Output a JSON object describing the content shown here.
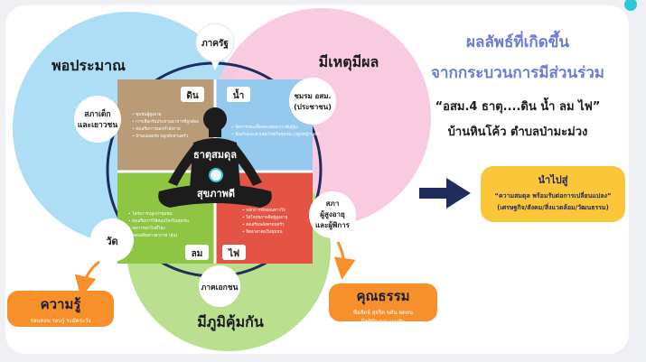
{
  "title": {
    "line1": "ผลลัพธ์ที่เกิดขึ้น",
    "line2": "จากกระบวนการมีส่วนร่วม",
    "line3": "“อสม.4 ธาตุ....ดิน น้ำ ลม ไฟ”",
    "line4": "บ้านหินโค้ว ตำบลป่ามะม่วง"
  },
  "circles": {
    "top_left": "พอประมาณ",
    "top_right": "มีเหตุมีผล",
    "bottom": "มีภูมิคุ้มกัน"
  },
  "bubbles": {
    "top": "ภาครัฐ",
    "left_line1": "สภาเด็ก",
    "left_line2": "และเยาวชน",
    "right_line1": "ชมรม อสม.",
    "right_line2": "(ประชาชน)",
    "bottom_left": "วัด",
    "bottom_right_line1": "สภา",
    "bottom_right_line2": "ผู้สูงอายุ",
    "bottom_right_line3": "และผู้พิการ",
    "bottom": "ภาคเอกชน"
  },
  "elements": {
    "earth": "ดิน",
    "water": "น้ำ",
    "wind": "ลม",
    "fire": "ไฟ"
  },
  "center": {
    "top_label": "ธาตุสมดุล",
    "bottom_label": "สุขภาพดี"
  },
  "quadrant_notes": {
    "earth": [
      "ชุมชนผู้สูงอายุ",
      "การเลือกรับประทานอาหารที่ถูกต้อง",
      "ส่งเสริมการออกกำลังกาย",
      "บ้านปลอดภัย ปลูกผักสวนครัว"
    ],
    "water": [
      "จัดการขยะเพื่อลดแหล่งเพาะพันธุ์ยุง",
      "ป้องกันและควบคุมโรคในชุมชน (ปลูกหญ้าแฝก)"
    ],
    "wind": [
      "โครงการปลูกป่าชุมชน",
      "ส่งเสริมการใช้สมุนไพรในชุมชน",
      "ลดการเผาในที่โล่ง",
      "ลดมลพิษทางอากาศ (ฝุ่น)"
    ],
    "fire": [
      "หลักการพักผ่อนทางใจ",
      "ใส่ใจสุขภาพจิตผู้สูงอายุ",
      "ส่งเสริมพลังครอบครัว",
      "จิตอาสาคนในชุมชน"
    ]
  },
  "outcome": {
    "heading": "นำไปสู่",
    "line1": "“ความสมดุล พร้อมรับต่อการเปลี่ยนแปลง”",
    "line2": "(เศรษฐกิจ/สังคม/สิ่งแวดล้อม/วัฒนธรรม)"
  },
  "knowledge": {
    "title": "ความรู้",
    "subtitle": "รอบคอบ รอบรู้ ระมัดระวัง"
  },
  "virtue": {
    "title": "คุณธรรม",
    "subtitle_line1": "ซื่อสัตย์ สุจริต ขยัน อดทน",
    "subtitle_line2": "มีสติปัญญา แบ่งปัน"
  },
  "colors": {
    "blue_circle": "#a9dcf5",
    "pink_circle": "#f8c7de",
    "green_circle": "#b4dc86",
    "earth": "#b99b78",
    "water": "#96c9ee",
    "wind": "#8ec644",
    "fire": "#e35444",
    "navy": "#1f2d5c",
    "title_blue": "#6b7bd6",
    "outcome_yellow": "#fcc63a",
    "orange": "#f7902a",
    "teal_dot": "#2ec7d6"
  }
}
